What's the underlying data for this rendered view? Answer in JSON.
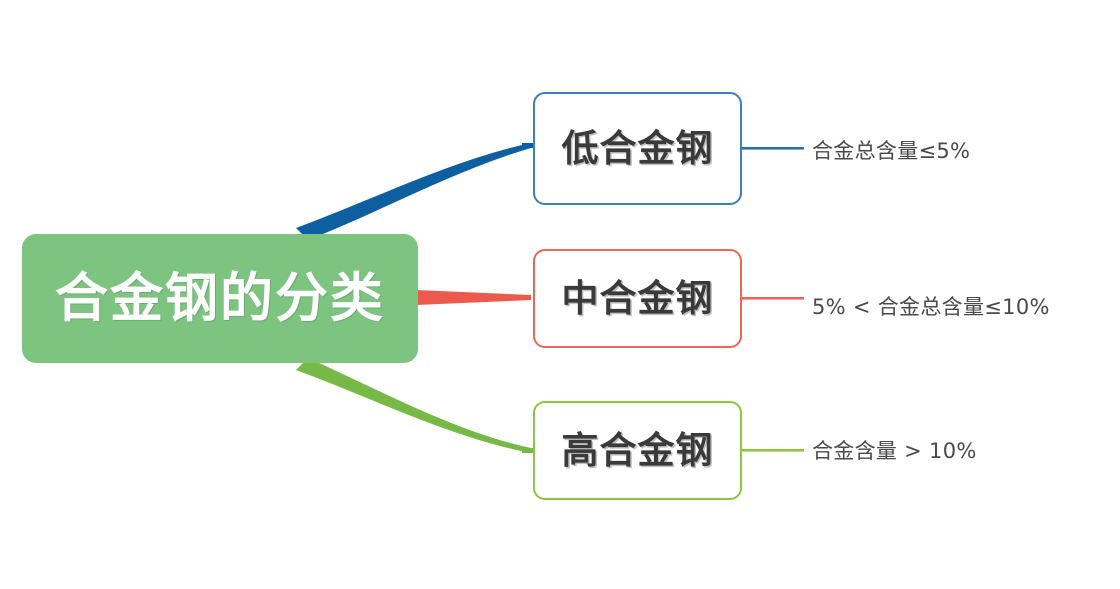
{
  "diagram": {
    "type": "mindmap",
    "orientation": "left-to-right",
    "background": "#FFFFFF",
    "root": {
      "label": "合金钢的分类",
      "fill": "#7CC47F",
      "text_color": "#FFFFFF"
    },
    "branches": [
      {
        "node_label": "低合金钢",
        "annotation": "合金总含量≤5%",
        "edge_color": "#0D5FA0",
        "border_color": "#3D7EBB",
        "edge_shape": "curve-up"
      },
      {
        "node_label": "中合金钢",
        "annotation": "5% < 合金总含量≤10%",
        "edge_color": "#EC5A4D",
        "border_color": "#F0655A",
        "edge_shape": "straight"
      },
      {
        "node_label": "高合金钢",
        "annotation": "合金含量 > 10%",
        "edge_color": "#76B947",
        "border_color": "#8CC63F",
        "edge_shape": "curve-down"
      }
    ]
  }
}
